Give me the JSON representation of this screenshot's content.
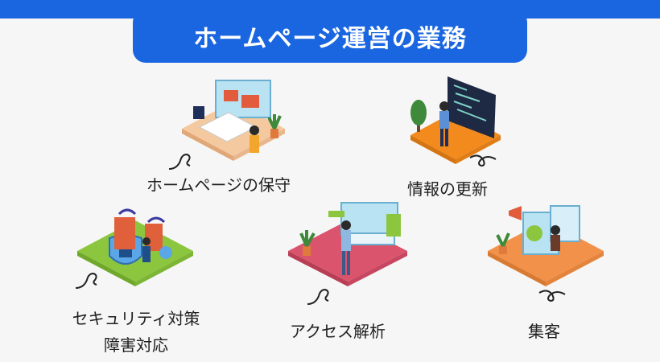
{
  "title": "ホームページ運営の業務",
  "items": [
    {
      "label": "ホームページの保守",
      "icon": "maintenance-illustration"
    },
    {
      "label": "情報の更新",
      "icon": "update-illustration"
    },
    {
      "label_lines": [
        "セキュリティ対策",
        "障害対応"
      ],
      "icon": "security-illustration"
    },
    {
      "label": "アクセス解析",
      "icon": "analytics-illustration"
    },
    {
      "label": "集客",
      "icon": "marketing-illustration"
    }
  ],
  "colors": {
    "accent_blue": "#1a66e0",
    "peach": "#f5c9a0",
    "orange": "#f28a1e",
    "green": "#8cc63f",
    "pink": "#d9546c",
    "tan": "#f2914a"
  }
}
